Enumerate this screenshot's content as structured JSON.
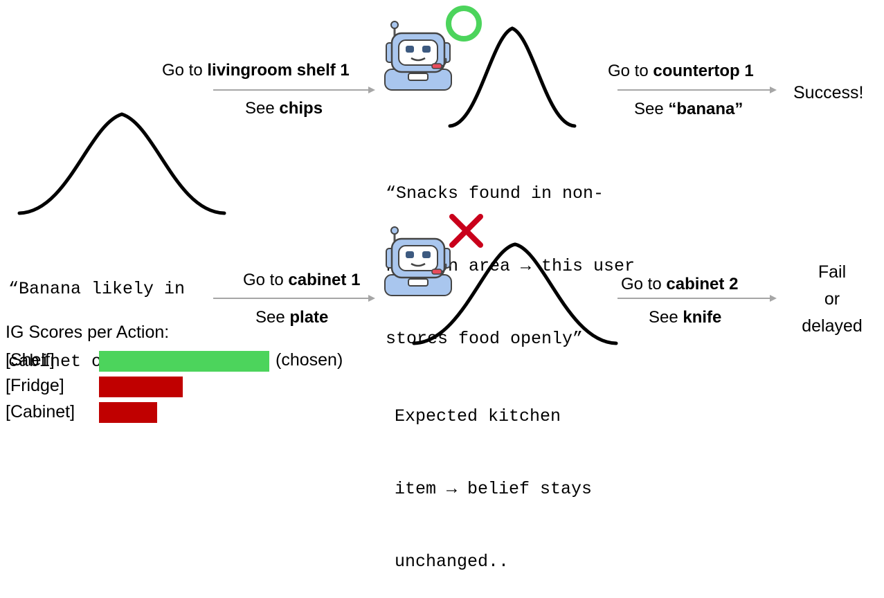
{
  "prior": {
    "quote_lines": [
      "“Banana likely in",
      "cabinet or fridge.”"
    ]
  },
  "top_path": {
    "action1": {
      "prefix": "Go to ",
      "bold": "livingroom shelf 1"
    },
    "observe1": {
      "prefix": "See ",
      "bold": "chips"
    },
    "marker": "circle",
    "quote_lines": [
      "“Snacks found in non-",
      "kitchen area → this user",
      "stores food openly”"
    ],
    "action2": {
      "prefix": "Go to ",
      "bold": "countertop 1"
    },
    "observe2": {
      "prefix": "See ",
      "bold": "“banana”"
    },
    "outcome": "Success!"
  },
  "bottom_path": {
    "action1": {
      "prefix": "Go to ",
      "bold": "cabinet 1"
    },
    "observe1": {
      "prefix": "See ",
      "bold": "plate"
    },
    "marker": "cross",
    "quote_lines": [
      "Expected kitchen",
      "item → belief stays",
      "unchanged.."
    ],
    "action2": {
      "prefix": "Go to ",
      "bold": "cabinet 2"
    },
    "observe2": {
      "prefix": "See ",
      "bold": "knife"
    },
    "outcome_lines": [
      "Fail",
      "or",
      "delayed"
    ]
  },
  "ig_scores": {
    "title": "IG Scores per Action:",
    "bars": [
      {
        "label": "[Shelf]",
        "value": 1.0,
        "color": "#4cd45c",
        "note": "(chosen)"
      },
      {
        "label": "[Fridge]",
        "value": 0.49,
        "color": "#c00000",
        "note": ""
      },
      {
        "label": "[Cabinet]",
        "value": 0.34,
        "color": "#c00000",
        "note": ""
      }
    ]
  },
  "colors": {
    "arrow": "#a6a6a6",
    "circle_marker": "#4cd45c",
    "cross_marker": "#c9001b",
    "robot_head": "#a9c6ee",
    "robot_face": "#3d5a80"
  }
}
